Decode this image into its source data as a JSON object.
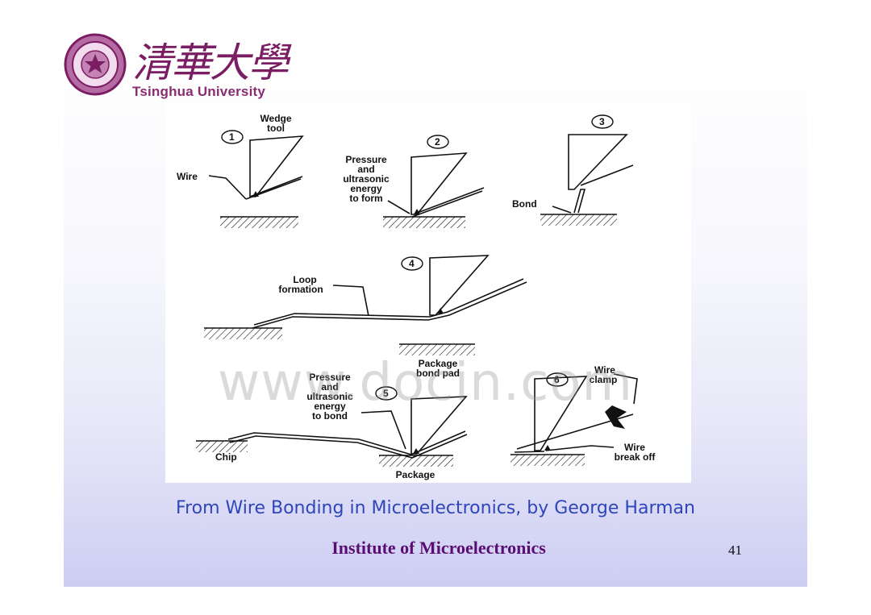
{
  "header": {
    "logo_chinese": "清華大學",
    "logo_english": "Tsinghua University"
  },
  "figure": {
    "steps": [
      "1",
      "2",
      "3",
      "4",
      "5",
      "6"
    ],
    "labels": {
      "wedge_tool": [
        "Wedge",
        "tool"
      ],
      "wire": "Wire",
      "pressure_form": [
        "Pressure",
        "and",
        "ultrasonic",
        "energy",
        "to form"
      ],
      "bond": "Bond",
      "loop_formation": [
        "Loop",
        "formation"
      ],
      "package_bond_pad": [
        "Package",
        "bond pad"
      ],
      "pressure_bond": [
        "Pressure",
        "and",
        "ultrasonic",
        "energy",
        "to bond"
      ],
      "chip": "Chip",
      "package": "Package",
      "wire_clamp": [
        "Wire",
        "clamp"
      ],
      "wire_break_off": [
        "Wire",
        "break off"
      ]
    }
  },
  "watermark": "www.docin.com",
  "caption": "From Wire Bonding in Microelectronics, by George Harman",
  "footer": {
    "institute": "Institute of Microelectronics",
    "page_number": "41"
  },
  "colors": {
    "caption": "#2d46b8",
    "institute": "#5a0d73",
    "logo": "#8a2c72"
  }
}
